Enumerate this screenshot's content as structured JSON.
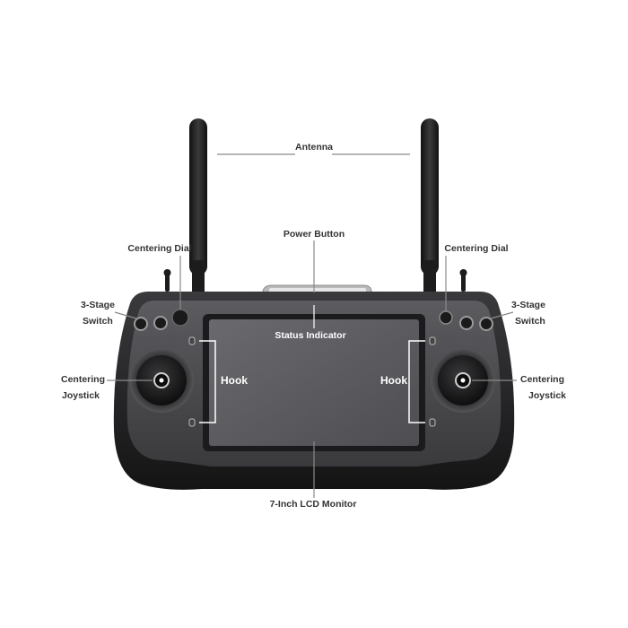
{
  "labels": {
    "antenna": "Antenna",
    "power_button": "Power Button",
    "centering_dial_left": "Centering Dial",
    "centering_dial_right": "Centering Dial",
    "switch_left_line1": "3-Stage",
    "switch_left_line2": "Switch",
    "switch_right_line1": "3-Stage",
    "switch_right_line2": "Switch",
    "status_indicator": "Status Indicator",
    "hook_left": "Hook",
    "hook_right": "Hook",
    "joystick_left_line1": "Centering",
    "joystick_left_line2": "Joystick",
    "joystick_right_line1": "Centering",
    "joystick_right_line2": "Joystick",
    "lcd_monitor": "7-Inch LCD Monitor"
  },
  "colors": {
    "body": "#2a2a2c",
    "bezel": "#4a4a4e",
    "screen": "#5f5f63",
    "label_text": "#333333",
    "leader_line": "#8a8a8a"
  }
}
